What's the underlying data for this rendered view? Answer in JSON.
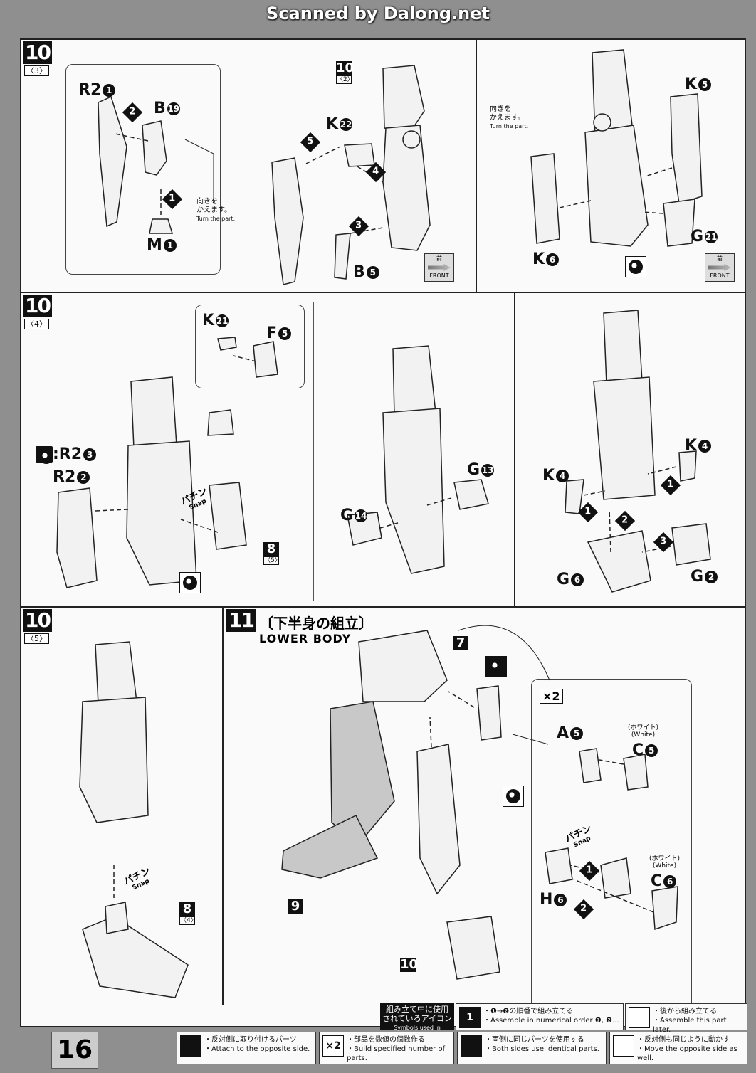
{
  "banner": "Scanned by Dalong.net",
  "page_number": "16",
  "steps": {
    "s10_3": {
      "num": "10",
      "sub": "〈3〉"
    },
    "s10_4": {
      "num": "10",
      "sub": "〈4〉"
    },
    "s10_5": {
      "num": "10",
      "sub": "〈5〉"
    },
    "s11": {
      "num": "11",
      "title": "〔下半身の組立〕",
      "subtitle": "LOWER BODY"
    }
  },
  "refs": {
    "r10_2": {
      "num": "10",
      "sub": "〈2〉"
    },
    "r8_5": {
      "num": "8",
      "sub": "〈5〉"
    },
    "r8_4": {
      "num": "8",
      "sub": "〈4〉"
    },
    "r7": {
      "num": "7"
    },
    "r9": {
      "num": "9"
    },
    "r10": {
      "num": "10"
    }
  },
  "parts": {
    "p1": {
      "name": "R2",
      "n": "1"
    },
    "p2": {
      "name": "B",
      "n": "19"
    },
    "p3": {
      "name": "M",
      "n": "1"
    },
    "p4": {
      "name": "K",
      "n": "22"
    },
    "p5": {
      "name": "B",
      "n": "5"
    },
    "p6": {
      "name": "K",
      "n": "5"
    },
    "p7": {
      "name": "K",
      "n": "6"
    },
    "p8": {
      "name": "G",
      "n": "21"
    },
    "p9": {
      "name": "K",
      "n": "21"
    },
    "p10": {
      "name": "F",
      "n": "5"
    },
    "p11": {
      "name": ":R2",
      "n": "3"
    },
    "p12": {
      "name": "R2",
      "n": "2"
    },
    "p13": {
      "name": "G",
      "n": "13"
    },
    "p14": {
      "name": "G",
      "n": "14"
    },
    "p15": {
      "name": "K",
      "n": "4"
    },
    "p16": {
      "name": "K",
      "n": "4"
    },
    "p17": {
      "name": "G",
      "n": "6"
    },
    "p18": {
      "name": "G",
      "n": "2"
    },
    "p19": {
      "name": "A",
      "n": "5"
    },
    "p20": {
      "name": "C",
      "n": "5"
    },
    "p21": {
      "name": "C",
      "n": "6"
    },
    "p22": {
      "name": "H",
      "n": "6"
    }
  },
  "notes": {
    "turn1": {
      "jp": "向きを\nかえます。",
      "en": "Turn the part."
    },
    "turn2": {
      "jp": "向きを\nかえます。",
      "en": "Turn the part."
    }
  },
  "front_label": {
    "jp": "前",
    "en": "FRONT"
  },
  "snap": {
    "jp": "パチン",
    "en": "Snap"
  },
  "white_label": {
    "jp": "(ホワイト)",
    "en": "(White)"
  },
  "x2": "×2",
  "legend": {
    "title_jp": "組み立て中に使用\nされているアイコン",
    "title_en": "Symbols used in instructions",
    "numerical": {
      "icon": "1",
      "jp": "・❶→❷の順番で組み立てる",
      "en": "・Assemble in numerical order ❶, ❷..."
    },
    "later": {
      "jp": "・後から組み立てる",
      "en": "・Assemble this part later."
    },
    "opposite": {
      "jp": "・反対側に取り付けるパーツ",
      "en": "・Attach to the opposite side."
    },
    "specified": {
      "icon": "×2",
      "jp": "・部品を数値の個数作る",
      "en": "・Build specified number of parts."
    },
    "identical": {
      "jp": "・両側に同じパーツを使用する",
      "en": "・Both sides use identical parts."
    },
    "move": {
      "jp": "・反対側も同じように動かす",
      "en": "・Move the opposite side as well."
    }
  }
}
